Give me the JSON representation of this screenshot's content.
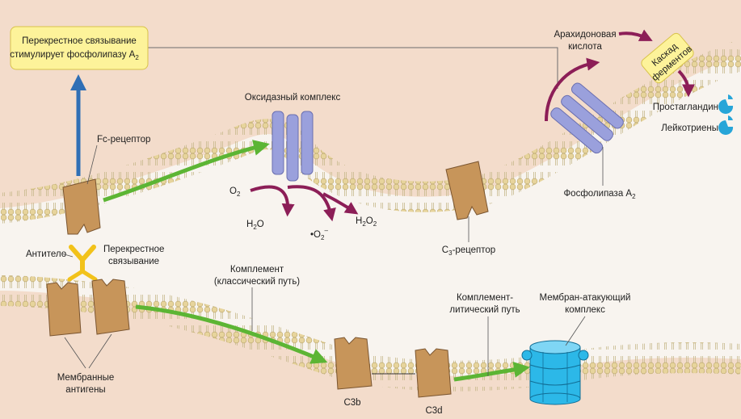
{
  "labels": {
    "crosslink_box_1": "Перекрестное связывание",
    "crosslink_box_2": "стимулирует фосфолипазу A",
    "crosslink_box_sub": "2",
    "fc_receptor": "Fc-рецептор",
    "oxidase": "Оксидазный комплекс",
    "o2": "O",
    "o2_sub": "2",
    "h2o": "H",
    "h2o_sub": "2",
    "h2o_tail": "O",
    "h2o2": "H",
    "h2o2_sub": "2",
    "h2o2_tail": "O",
    "h2o2_sub2": "2",
    "superoxide": "•O",
    "superoxide_sub": "2",
    "superoxide_sup": "–",
    "antibody": "Антитело",
    "crosslink_1": "Перекрестное",
    "crosslink_2": "связывание",
    "complement_1": "Комплемент",
    "complement_2": "(классический путь)",
    "c3_receptor": "C",
    "c3_receptor_sub": "3",
    "c3_receptor_tail": "-рецептор",
    "arachidonic_1": "Арахидоновая",
    "arachidonic_2": "кислота",
    "cascade_1": "Каскад",
    "cascade_2": "ферментов",
    "prostaglandin": "Простагландин",
    "leukotrienes": "Лейкотриены",
    "phospholipase": "Фосфолипаза A",
    "phospholipase_sub": "2",
    "lytic_1": "Комплемент-",
    "lytic_2": "литический путь",
    "mac_1": "Мембран-атакующий",
    "mac_2": "комплекс",
    "antigens_1": "Мембранные",
    "antigens_2": "антигены",
    "c3b": "C3b",
    "c3d": "C3d"
  },
  "colors": {
    "background": "#f3dccb",
    "cytoplasm": "#f8f4ef",
    "membrane_head": "#e7d49c",
    "receptor": "#c7955a",
    "receptor_stroke": "#7a5530",
    "oxidase": "#9aa0dc",
    "antibody": "#f2c21a",
    "arrow_green": "#5cb534",
    "arrow_blue": "#2f6fb5",
    "arrow_purple": "#8c1e57",
    "box": "#fdf39a",
    "mac": "#2cb8e8",
    "product": "#27a5d8"
  }
}
